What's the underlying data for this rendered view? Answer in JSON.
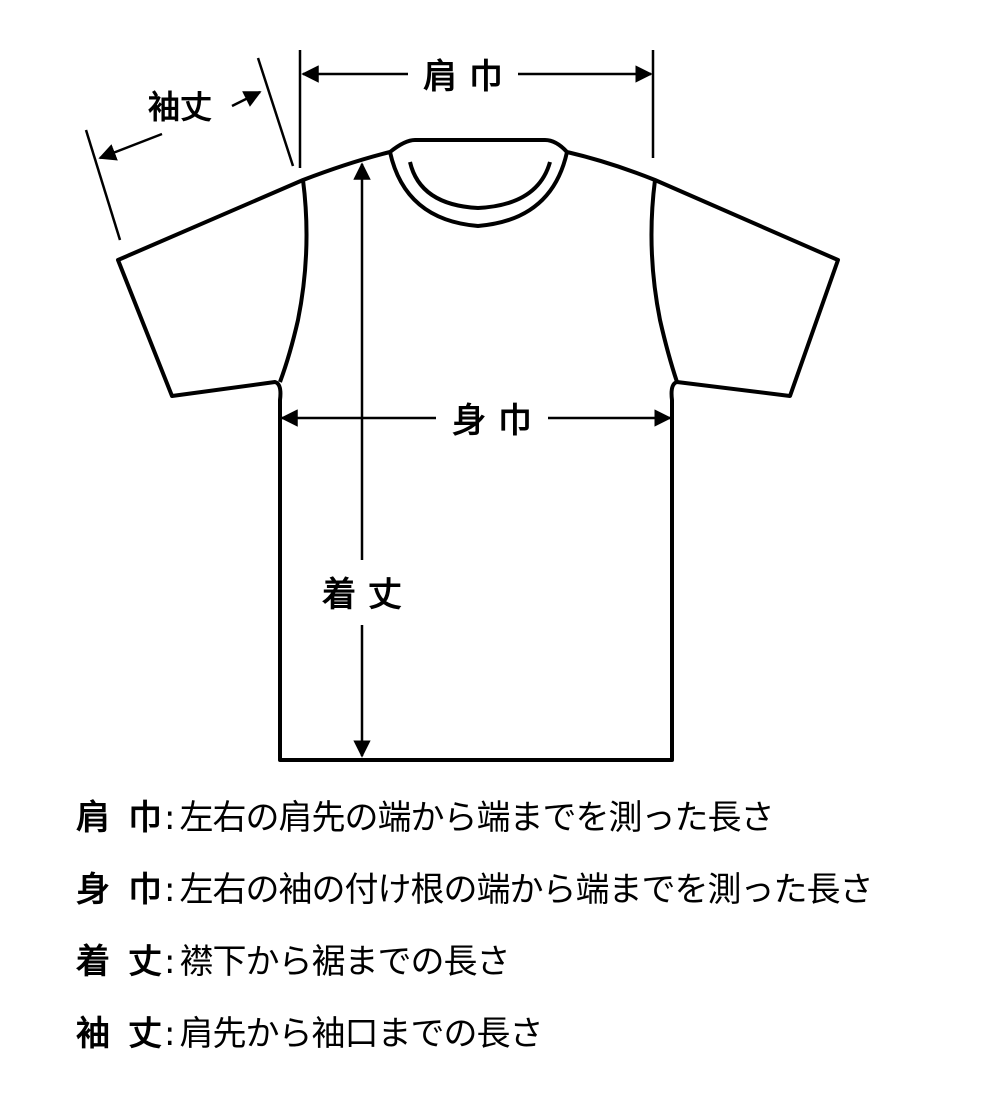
{
  "labels": {
    "kata_haba": "肩 巾",
    "mi_haba": "身 巾",
    "kitake": "着 丈",
    "sodetake": "袖丈"
  },
  "legend": [
    {
      "term_a": "肩",
      "term_b": "巾",
      "colon": ":",
      "desc": "左右の肩先の端から端までを測った長さ"
    },
    {
      "term_a": "身",
      "term_b": "巾",
      "colon": ":",
      "desc": "左右の袖の付け根の端から端までを測った長さ"
    },
    {
      "term_a": "着",
      "term_b": "丈",
      "colon": ":",
      "desc": "襟下から裾までの長さ"
    },
    {
      "term_a": "袖",
      "term_b": "丈",
      "colon": ":",
      "desc": "肩先から袖口までの長さ"
    }
  ]
}
